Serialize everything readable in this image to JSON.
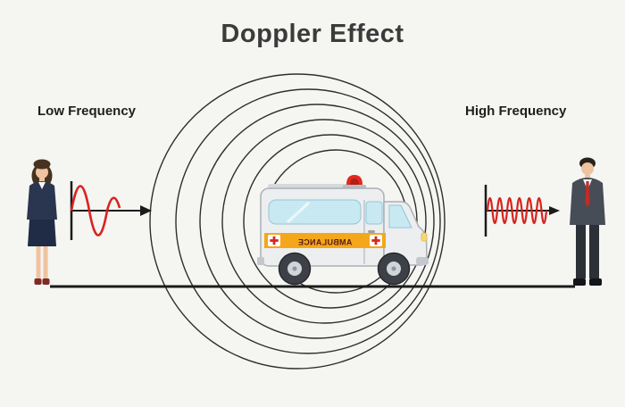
{
  "title": "Doppler Effect",
  "left_label": "Low Frequency",
  "right_label": "High Frequency",
  "ambulance_text": "AMBULANCE",
  "colors": {
    "background": "#f5f5f2",
    "title_text": "#3b3b3b",
    "label_text": "#1e1e1e",
    "wave_red": "#d8241f",
    "stripe_orange": "#f4a71b",
    "line_black": "#1b1b1b",
    "circle_stroke": "#2e2e2e",
    "window_blue": "#c9e9f2",
    "emergency_light_red": "#e02a1e"
  }
}
